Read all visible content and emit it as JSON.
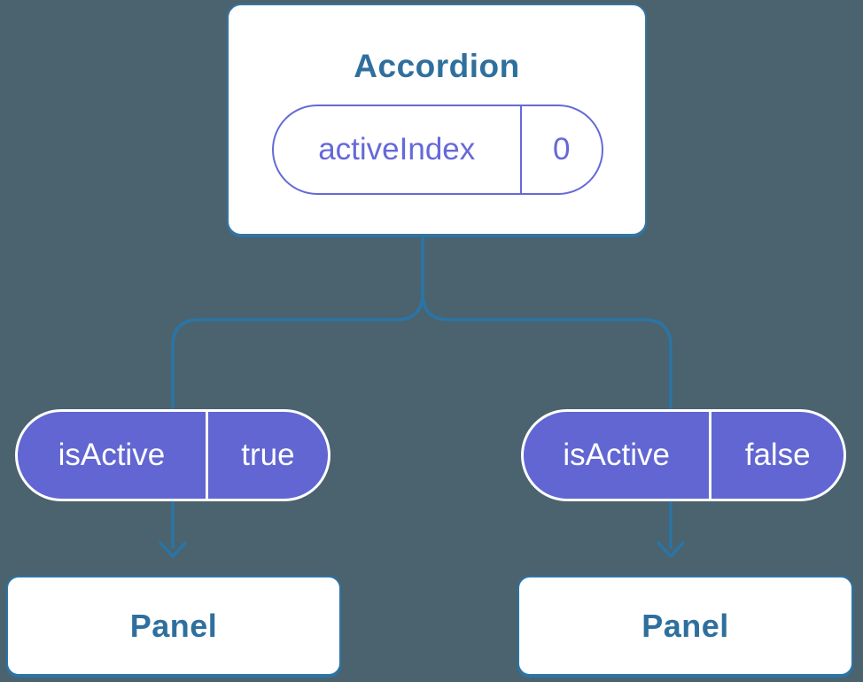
{
  "colors": {
    "background": "#4a636e",
    "line": "#2b74a5",
    "box_border": "#38749f",
    "node_text": "#2f6f9e",
    "purple": "#6569d8",
    "pill_fill": "#6166d2",
    "white": "#ffffff"
  },
  "root": {
    "title": "Accordion",
    "state": {
      "name": "activeIndex",
      "value": "0"
    }
  },
  "children": [
    {
      "prop": {
        "name": "isActive",
        "value": "true"
      },
      "panel": "Panel"
    },
    {
      "prop": {
        "name": "isActive",
        "value": "false"
      },
      "panel": "Panel"
    }
  ]
}
